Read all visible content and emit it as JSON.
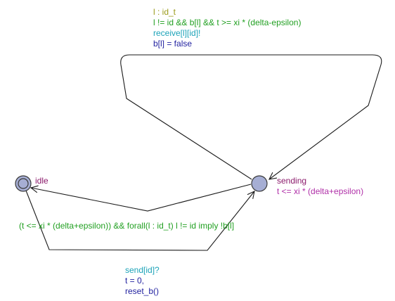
{
  "locations": {
    "idle": {
      "name": "idle",
      "initial": true
    },
    "sending": {
      "name": "sending",
      "invariant": "t <= xi * (delta+epsilon)"
    }
  },
  "edges": {
    "loop_sending": {
      "select": "l : id_t",
      "guard": "l != id && b[l] && t >= xi * (delta-epsilon)",
      "sync": "receive[l][id]!",
      "update": "b[l] = false"
    },
    "sending_to_idle": {
      "guard": "(t <= xi * (delta+epsilon)) && forall(l : id_t) l != id imply !b[l]"
    },
    "idle_to_sending": {
      "sync": "send[id]?",
      "update_1": "t = 0,",
      "update_2": "reset_b()"
    }
  },
  "colors": {
    "location_fill": "#a6aed4",
    "location_stroke": "#3a3a3a",
    "edge": "#1a1a1a",
    "name": "#8b1a6b",
    "invariant": "#b030a8",
    "select": "#9a9a1a",
    "guard": "#22a022",
    "sync": "#1ca3b8",
    "update": "#2222a0"
  }
}
